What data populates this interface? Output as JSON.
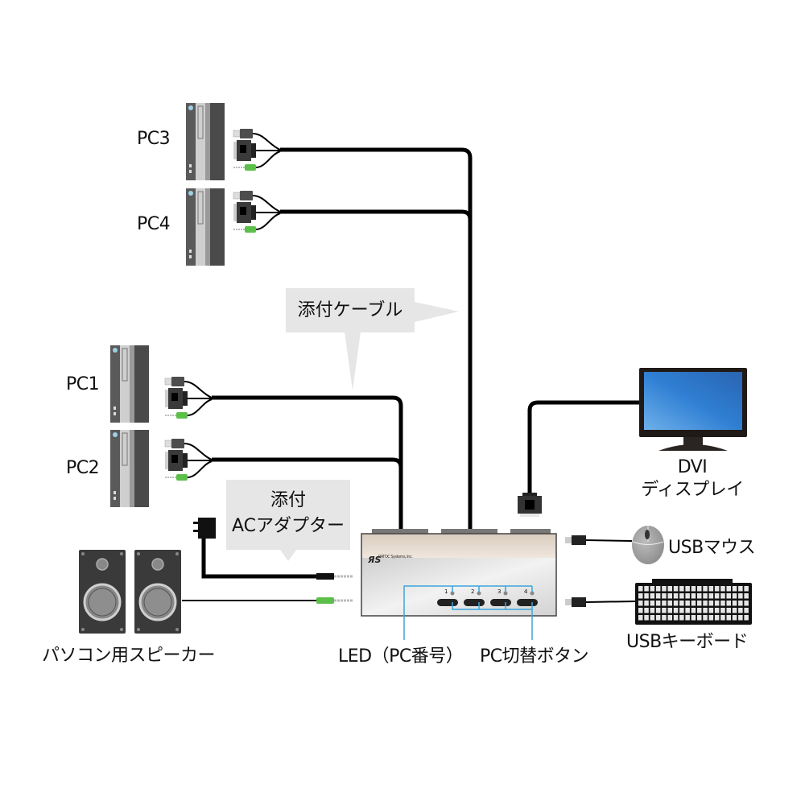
{
  "diagram": {
    "title": "KVM switch connection diagram",
    "pcs": [
      {
        "id": "pc3",
        "label": "PC3"
      },
      {
        "id": "pc4",
        "label": "PC4"
      },
      {
        "id": "pc1",
        "label": "PC1"
      },
      {
        "id": "pc2",
        "label": "PC2"
      }
    ],
    "callouts": {
      "cable": "添付ケーブル",
      "adapter_line1": "添付",
      "adapter_line2": "ACアダプター"
    },
    "devices": {
      "display_line1": "DVI",
      "display_line2": "ディスプレイ",
      "mouse": "USBマウス",
      "keyboard": "USBキーボード",
      "speakers": "パソコン用スピーカー"
    },
    "switch": {
      "brand": "RATOC Systems, Inc.",
      "port_numbers": [
        "1",
        "2",
        "3",
        "4"
      ],
      "led_label": "LED（PC番号）",
      "button_label": "PC切替ボタン"
    },
    "colors": {
      "cable": "#000000",
      "leader_line": "#3aa6dc",
      "callout_bg": "#e6e6e6",
      "audio_green": "#5cbf4a",
      "monitor_screen": "#3a7fd0",
      "switch_top": "#e3d6c8",
      "switch_body": "#d9d9d9"
    }
  }
}
